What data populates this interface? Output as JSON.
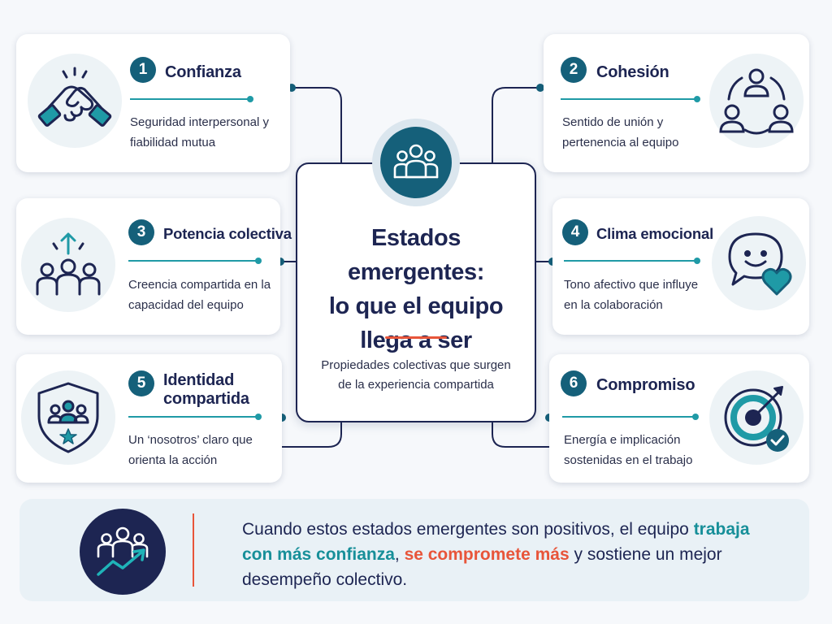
{
  "center": {
    "title_lines": [
      "Estados emergentes:",
      "lo que el equipo",
      "llega a ser"
    ],
    "subtitle_lines": [
      "Propiedades colectivas que surgen",
      "de la experiencia compartida"
    ],
    "icon": "team-icon"
  },
  "cards": [
    {
      "number": "1",
      "title_lines": [
        "Confianza"
      ],
      "description_lines": [
        "Seguridad interpersonal y",
        "fiabilidad mutua"
      ],
      "icon": "handshake-icon"
    },
    {
      "number": "2",
      "title_lines": [
        "Cohesión"
      ],
      "description_lines": [
        "Sentido de unión y",
        "pertenencia al equipo"
      ],
      "icon": "connected-people-icon"
    },
    {
      "number": "3",
      "title_lines": [
        "Potencia colectiva"
      ],
      "description_lines": [
        "Creencia compartida en la",
        "capacidad del equipo"
      ],
      "icon": "group-growth-icon"
    },
    {
      "number": "4",
      "title_lines": [
        "Clima emocional"
      ],
      "description_lines": [
        "Tono afectivo que influye",
        "en la colaboración"
      ],
      "icon": "smile-heart-icon"
    },
    {
      "number": "5",
      "title_lines": [
        "Identidad",
        "compartida"
      ],
      "description_lines": [
        "Un ‘nosotros’ claro que",
        "orienta la acción"
      ],
      "icon": "shield-team-icon"
    },
    {
      "number": "6",
      "title_lines": [
        "Compromiso"
      ],
      "description_lines": [
        "Energía e implicación",
        "sostenidas en el trabajo"
      ],
      "icon": "target-check-icon"
    }
  ],
  "banner": {
    "text_before": "Cuando estos estados emergentes son positivos, el equipo ",
    "highlight_1": "trabaja con más confianza",
    "text_between": ", ",
    "highlight_2": "se compromete más",
    "text_after": " y sostiene un mejor desempeño colectivo.",
    "icon": "team-growth-icon"
  },
  "colors": {
    "navy": "#1d2552",
    "teal": "#15607a",
    "accent_teal": "#1f9aa6",
    "orange": "#e8553a",
    "light_bg": "#edf3f6"
  }
}
